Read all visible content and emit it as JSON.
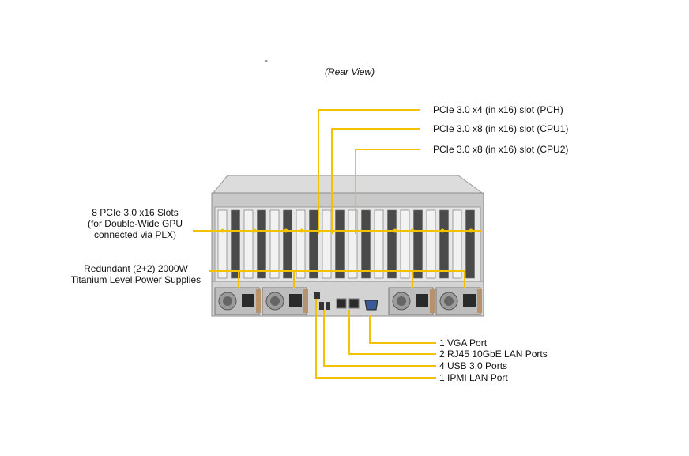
{
  "caption": "(Rear View)",
  "callouts": {
    "slot_pch": "PCIe 3.0 x4 (in x16) slot (PCH)",
    "slot_cpu1": "PCIe 3.0 x8 (in x16) slot (CPU1)",
    "slot_cpu2": "PCIe 3.0 x8 (in x16) slot (CPU2)",
    "gpu_slots": [
      "8 PCIe 3.0 x16 Slots",
      "(for Double-Wide GPU",
      "connected via PLX)"
    ],
    "power_supplies": [
      "Redundant  (2+2) 2000W",
      "Titanium Level Power Supplies"
    ],
    "vga_port": "1 VGA Port",
    "lan_ports": "2 RJ45 10GbE LAN Ports",
    "usb_ports": "4 USB 3.0 Ports",
    "ipmi_port": "1 IPMI  LAN Port"
  },
  "colors": {
    "leader_line": "#f2c100",
    "chassis": "#c9c9c9",
    "chassis_dark": "#8d8d8d",
    "slot_shadow": "#3a3a3a",
    "psu_handle": "#b8926a"
  }
}
